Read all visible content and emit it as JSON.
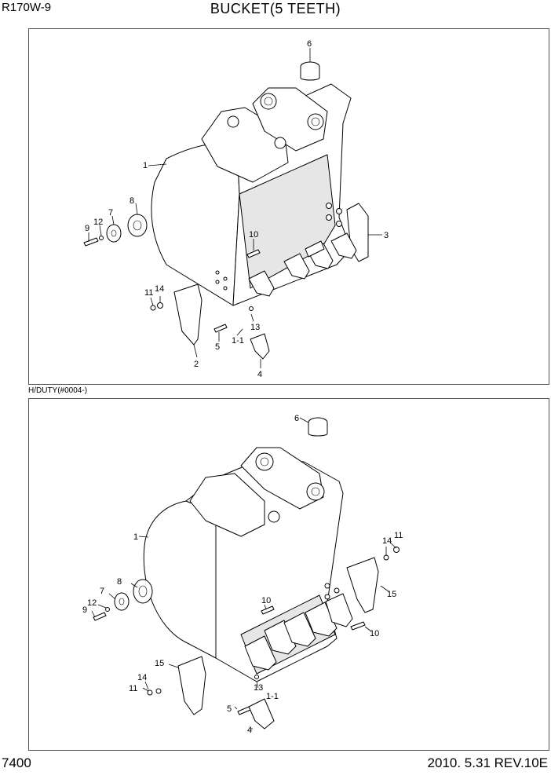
{
  "header": {
    "model": "R170W-9",
    "title": "BUCKET(5 TEETH)"
  },
  "variant_label": "H/DUTY(#0004-)",
  "footer": {
    "page": "7400",
    "date_rev": "2010. 5.31  REV.10E"
  },
  "top_callouts": {
    "c6": "6",
    "c1": "1",
    "c8": "8",
    "c7": "7",
    "c12": "12",
    "c9": "9",
    "c10": "10",
    "c3": "3",
    "c14": "14",
    "c11": "11",
    "c13": "13",
    "c5": "5",
    "c11b": "1-1",
    "c2": "2",
    "c4": "4"
  },
  "bottom_callouts": {
    "c6": "6",
    "c1": "1",
    "c8": "8",
    "c7": "7",
    "c12": "12",
    "c9": "9",
    "c10a": "10",
    "c14a": "14",
    "c11a": "11",
    "c15a": "15",
    "c10b": "10",
    "c15b": "15",
    "c14b": "14",
    "c11b": "11",
    "c13": "13",
    "c11c": "1-1",
    "c5": "5",
    "c4": "4"
  }
}
